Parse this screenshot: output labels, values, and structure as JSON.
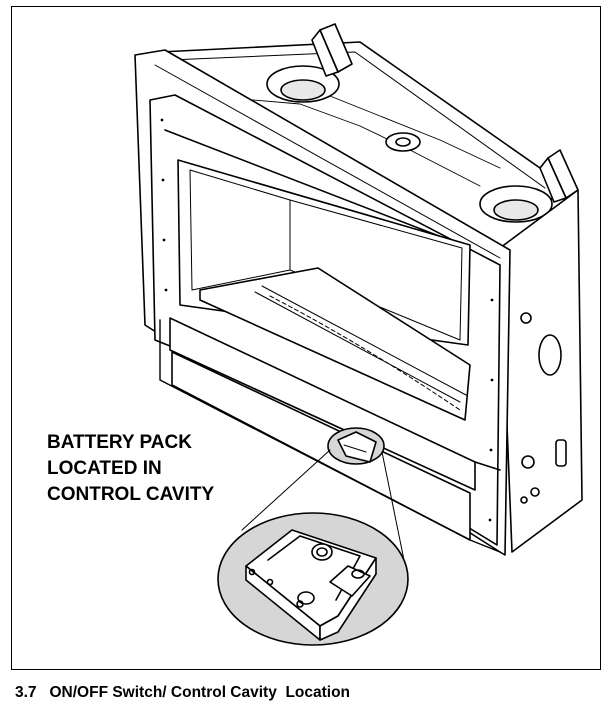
{
  "figure": {
    "callout_lines": [
      "BATTERY PACK",
      "LOCATED IN",
      "CONTROL CAVITY"
    ]
  },
  "caption": {
    "number": "3.7",
    "title": "ON/OFF Switch/ Control Cavity  Location"
  },
  "colors": {
    "line": "#000000",
    "shade": "#d6d6d6",
    "background": "#ffffff"
  }
}
